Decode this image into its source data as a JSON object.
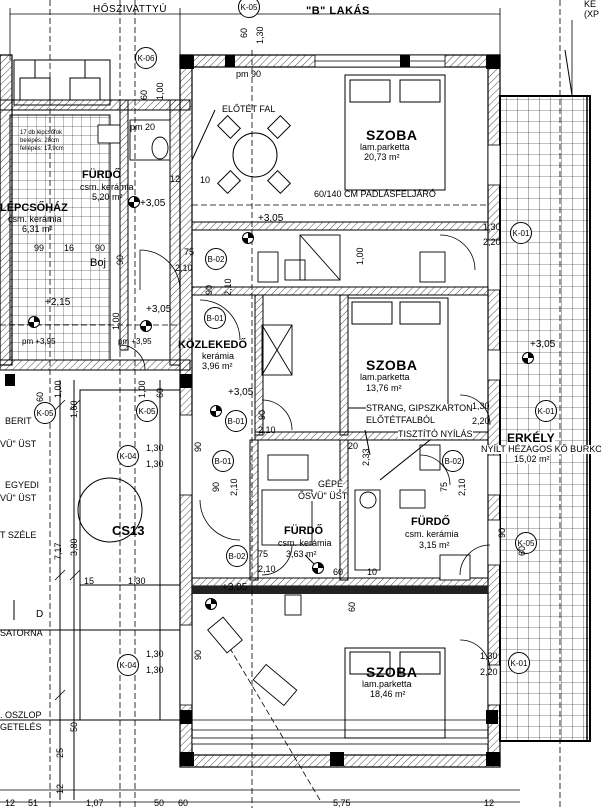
{
  "header": {
    "apartment_title": "\"B\" LAKÁS",
    "hoszivattyu": "HŐSZIVATTYÚ",
    "top_right_1": "KE",
    "top_right_2": "(XP"
  },
  "rooms": {
    "szoba1": {
      "name": "SZOBA",
      "floor": "lam.parketta",
      "area": "20,73 m²"
    },
    "szoba2": {
      "name": "SZOBA",
      "floor": "lam.parketta",
      "area": "13,76 m²"
    },
    "szoba3": {
      "name": "SZOBA",
      "floor": "lam.parketta",
      "area": "18,46 m²"
    },
    "furdo_left": {
      "name": "FÜRDŐ",
      "floor": "csm. kerámia",
      "area": "5,20 m²"
    },
    "lepcsohaz": {
      "name": "LÉPCSŐHÁZ",
      "floor": "csm. kerámia",
      "area": "6,31 m²"
    },
    "kozlekedo": {
      "name": "KÖZLEKEDŐ",
      "floor": "kerámia",
      "area": "3,96 m²"
    },
    "furdo_mid": {
      "name": "FÜRDŐ",
      "floor": "csm. kerámia",
      "area": "3,63 m²"
    },
    "furdo_right": {
      "name": "FÜRDŐ",
      "floor": "csm. kerámia",
      "area": "3,15 m²"
    },
    "erkely": {
      "name": "ERKÉLY",
      "note": "NYÍLT HÉZAGOS KŐ BURKO",
      "area": "15,02 m²"
    },
    "cs13": {
      "name": "CS13"
    }
  },
  "notes": {
    "eloteT_fal": "ELŐTÉT FAL",
    "padlasfeljaro": "60/140 CM PADLÁSFELJÁRÓ",
    "strang": "STRANG, GIPSZKARTON",
    "elotetfalbol": "ELŐTÉTFALBÓL",
    "tisztito": "TISZTÍTÓ NYÍLÁS",
    "boj": "Boj",
    "stairs_1": "17 db lépcsőfok",
    "stairs_2": "belépés: 28cm",
    "stairs_3": "fellépés: 17,9cm",
    "left_beri": "BERIT",
    "left_vu_ust_1": "VÜ\" ÜST",
    "left_egyedi": "EGYEDI",
    "left_vu_ust_2": "VÜ\" ÜST",
    "left_szele": "T SZÉLE",
    "left_satorna": "SATORNA",
    "left_oszlop": ". OSZLOP",
    "left_getelés": "GETELÉS",
    "left_d": "D",
    "gepe": "GÉPÉ",
    "osvu_ust": "ŐSVÜ\" ÜST"
  },
  "tags": {
    "k05_top": "K-05",
    "k06": "K-06",
    "k05_left": "K-05",
    "k05_mid": "K-05",
    "k04_a": "K-04",
    "k04_b": "K-04",
    "k01_a": "K-01",
    "k01_b": "K-01",
    "k05_right": "K-05",
    "k01_c": "K-01",
    "b02_a": "B-02",
    "b01_a": "B-01",
    "b01_b": "B-01",
    "b01_c": "B-01",
    "b02_b": "B-02",
    "b02_c": "B-02"
  },
  "levels": {
    "l1": "+3,05",
    "l2": "+3,05",
    "l3": "+2,15",
    "l4": "+3,05",
    "l5": "+3,05",
    "l6": "+3,05",
    "l7": "+3,05",
    "l8": "+3,95",
    "l9": "+3,95"
  },
  "dims": {
    "d_60_top": "60",
    "d_130_top": "1,30",
    "d_60_k06": "60",
    "d_100_k06": "1,00",
    "pm90": "pm 90",
    "pm20": "pm 20",
    "d_12": "12",
    "d_10": "10",
    "d_130_r1": "1,30",
    "d_220_r1": "2,20",
    "d_90_boj": "90",
    "d_90_boj2": "90",
    "d_75": "75",
    "d_210_a": "2,10",
    "d_100_bed": "1,00",
    "d_99": "99",
    "d_16": "16",
    "d_90_b01": "90",
    "d_210_b01": "2,10",
    "d_100_st": "1,00",
    "pm395_a": "pm +3,95",
    "pm395_b": "pm +3,95",
    "d_60_k05l": "60",
    "d_100_k05l": "1,00",
    "d_100_k05m": "1,00",
    "d_60_k05m": "60",
    "d_130_k04a": "1,30",
    "d_130_k04a2": "1,30",
    "d_90_k04a": "90",
    "d_90_b01c": "90",
    "d_210_b01c": "2,10",
    "d_90_b01b": "90",
    "d_210_b01b": "2,10",
    "d_130_str": "1,30",
    "d_220_str": "2,20",
    "d_20": "20",
    "d_233": "2,33",
    "d_75_b02": "75",
    "d_210_b02": "2,10",
    "d_75_b02c": "75",
    "d_210_b02c": "2,10",
    "d_60_f": "60",
    "d_10_f": "10",
    "d_60_mid": "60",
    "d_160": "1,60",
    "d_380": "3,80",
    "d_717": "7,17",
    "d_15": "15",
    "d_130_cs": "1,30",
    "d_90_k05r": "90",
    "d_60_k05r": "60",
    "d_130_k04b": "1,30",
    "d_130_k04b2": "1,30",
    "d_90_k04b": "90",
    "d_130_k01c": "1,30",
    "d_220_k01c": "2,20",
    "d_25": "25",
    "d_12b": "12",
    "d_50": "50",
    "bot_51": "51",
    "bot_107": "1,07",
    "bot_50": "50",
    "bot_60": "60",
    "bot_575": "5,75",
    "bot_12": "12",
    "bot_12b": "12"
  }
}
